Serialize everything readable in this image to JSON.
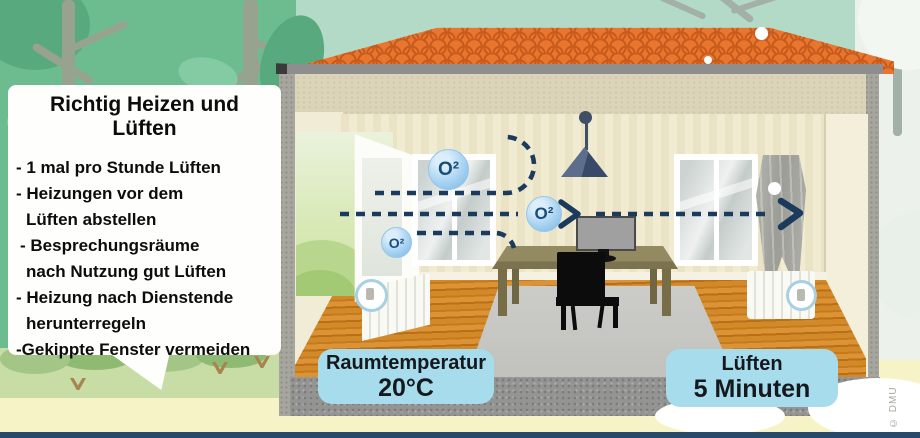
{
  "infobox": {
    "title": "Richtig Heizen und Lüften",
    "lines": [
      "- 1 mal pro Stunde Lüften",
      "- Heizungen vor dem",
      "Lüften abstellen",
      "- Besprechungsräume",
      "nach Nutzung gut Lüften",
      "- Heizung nach Dienstende",
      "herunterregeln",
      "-Gekippte Fenster vermeiden"
    ]
  },
  "badges": {
    "temperature": {
      "label": "Raumtemperatur",
      "value": "20°C"
    },
    "ventilation": {
      "label": "Lüften",
      "value": "5 Minuten"
    }
  },
  "bubbles": {
    "oxygen": "O²"
  },
  "watermark": "© DMU",
  "colors": {
    "roof_orange": "#e9762f",
    "badge_blue": "#a6dcec",
    "arrow_navy": "#1c3a5c",
    "bubble_blue": "#7ab5e4",
    "grass_green": "#6cbc90",
    "ground_yellow": "#f6f3c6",
    "floor_wood": "#c57a1c"
  }
}
